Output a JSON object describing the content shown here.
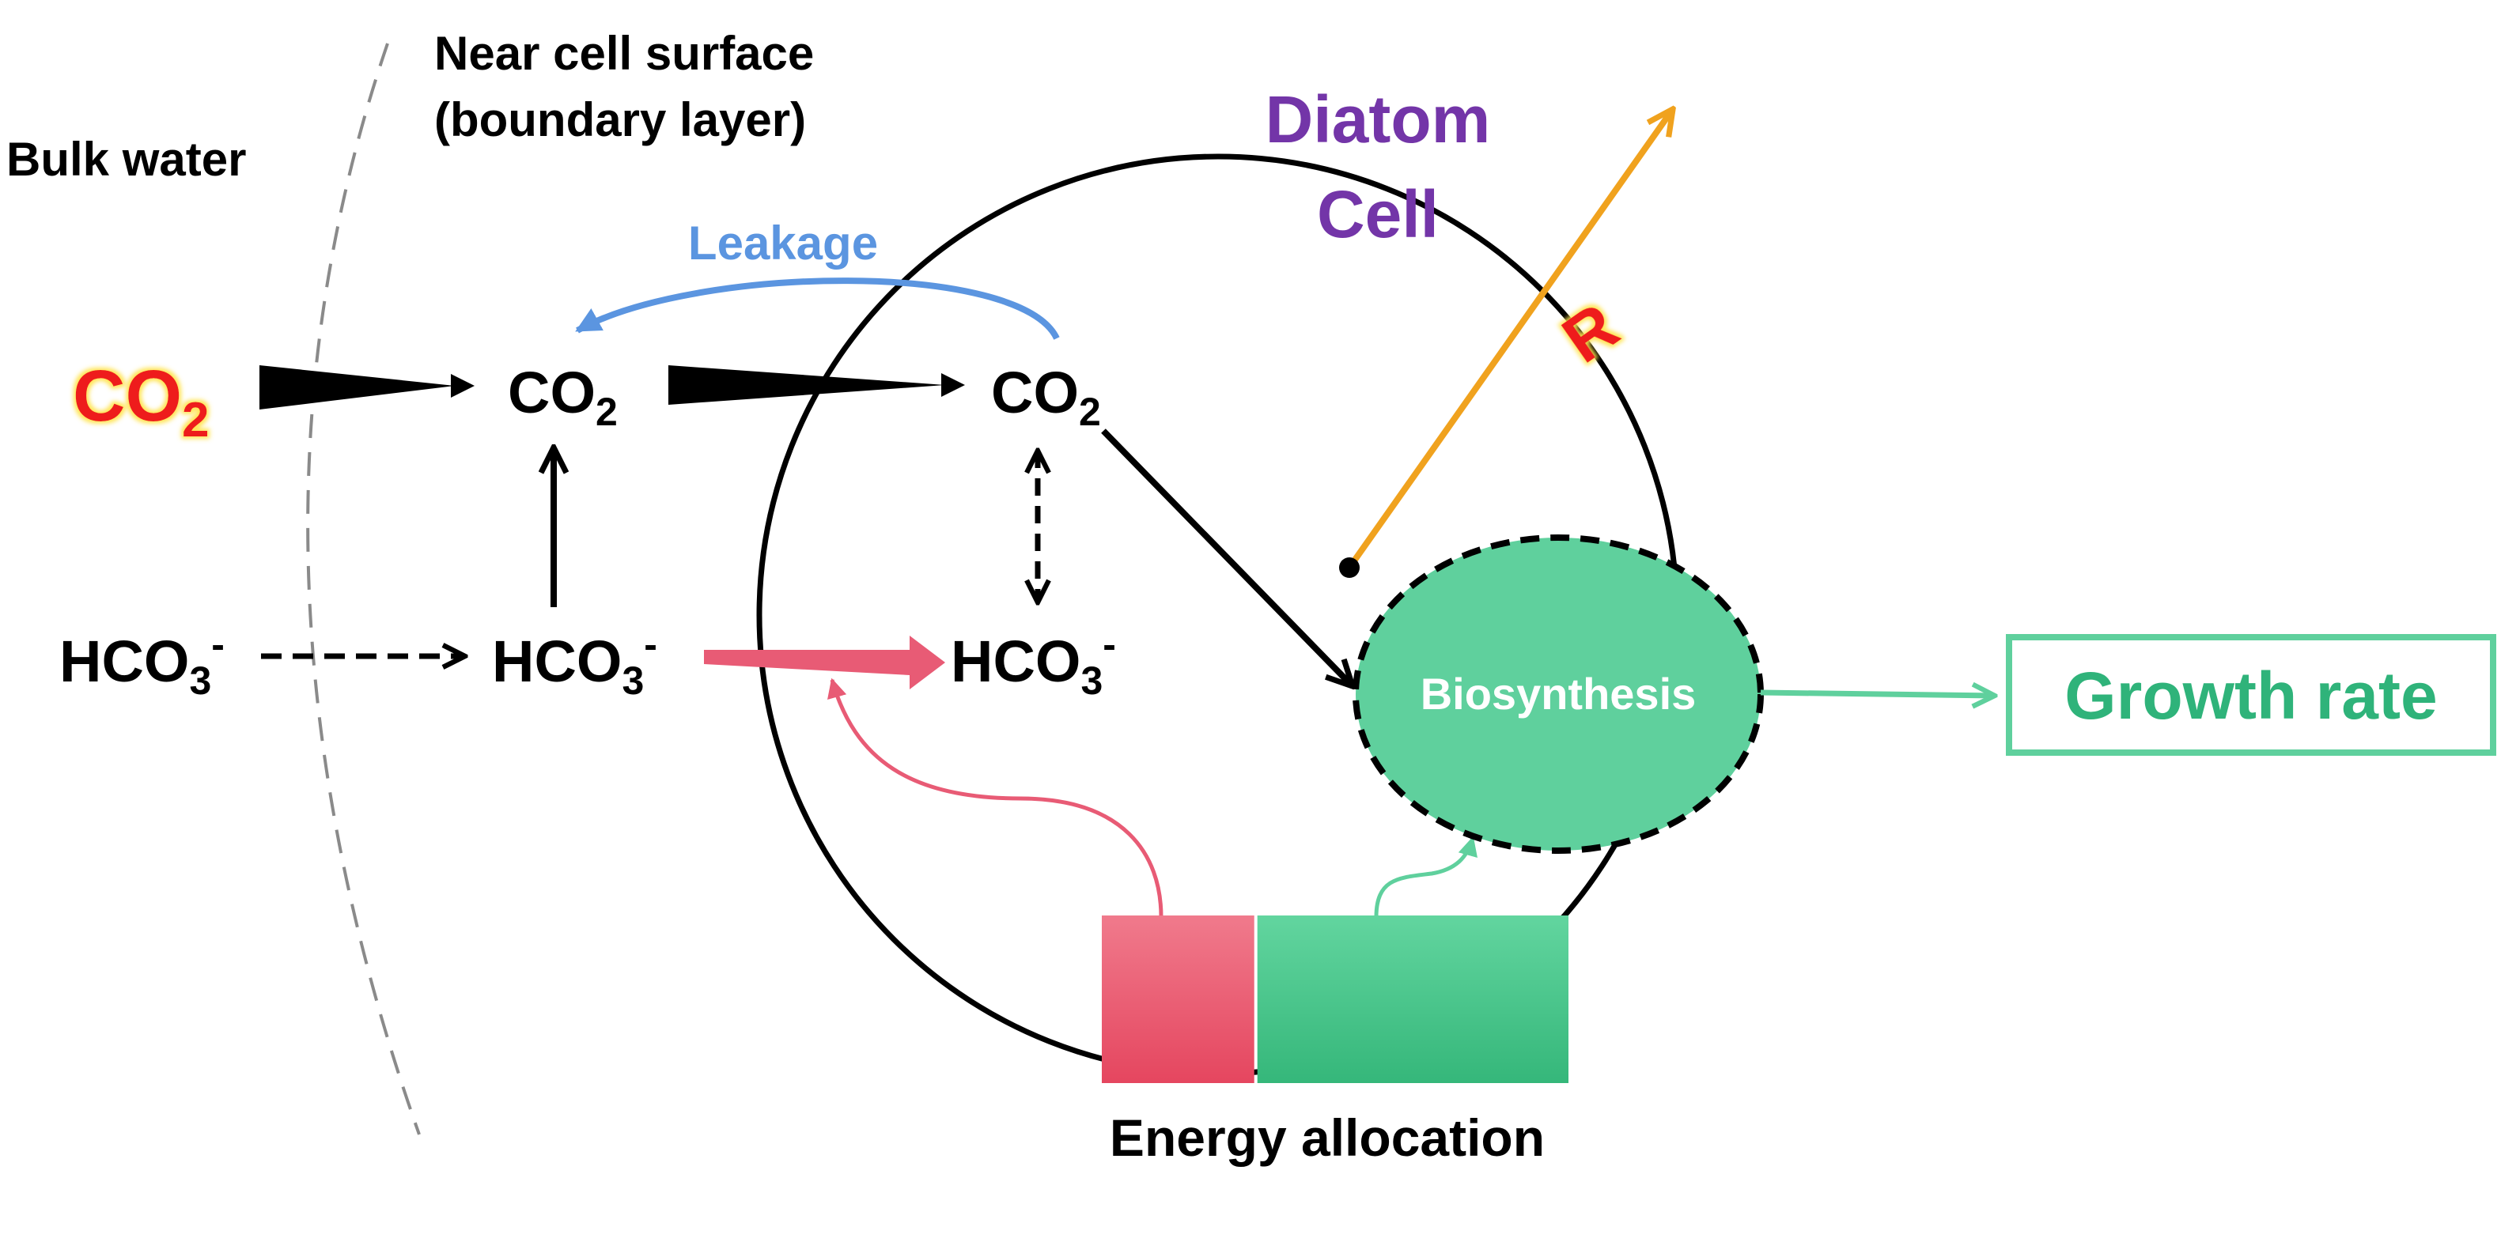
{
  "labels": {
    "bulk_water": "Bulk water",
    "near_surface_line1": "Near cell surface",
    "near_surface_line2": "(boundary layer)",
    "diatom_line1": "Diatom",
    "diatom_line2": "Cell",
    "leakage": "Leakage",
    "radius": "R",
    "biosynthesis": "Biosynthesis",
    "growth_rate": "Growth rate",
    "energy_allocation": "Energy allocation"
  },
  "species": {
    "co2_base": "CO",
    "co2_sub": "2",
    "hco3_base": "HCO",
    "hco3_sub": "3",
    "hco3_sup": "-"
  },
  "energy_allocation": {
    "transport_fraction": 0.33,
    "biosynthesis_fraction": 0.67
  },
  "colors": {
    "co2_bulk": "#ee1c1c",
    "leakage": "#5b95e0",
    "diatom_label": "#7335a8",
    "radius": "#f0a21e",
    "biosynthesis_fill": "#5fd09d",
    "growth": "#2fb37a",
    "transport": "#e85b75",
    "outline": "#000000",
    "boundary": "#8a8a8a"
  }
}
